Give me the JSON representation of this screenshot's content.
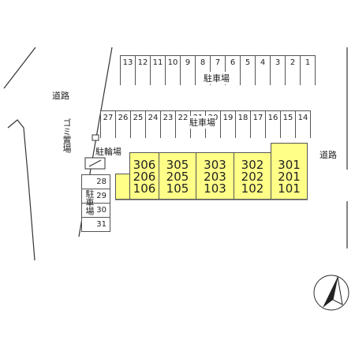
{
  "roads": {
    "left_label": "道路",
    "right_label": "道路"
  },
  "parking_top": {
    "label": "駐車場",
    "stalls": [
      "13",
      "12",
      "11",
      "10",
      "9",
      "8",
      "7",
      "6",
      "5",
      "4",
      "3",
      "2",
      "1"
    ]
  },
  "parking_middle": {
    "label": "駐車場",
    "stalls": [
      "27",
      "26",
      "25",
      "24",
      "23",
      "22",
      "21",
      "20",
      "19",
      "18",
      "17",
      "16",
      "15",
      "14"
    ]
  },
  "parking_left": {
    "label": "駐車場",
    "stalls": [
      "28",
      "29",
      "30",
      "31"
    ]
  },
  "garbage_area": {
    "label": "ゴミ置場"
  },
  "bicycle_area": {
    "label": "駐輪場"
  },
  "building": {
    "units": [
      {
        "rooms": [
          "306",
          "206",
          "106"
        ]
      },
      {
        "rooms": [
          "305",
          "205",
          "105"
        ]
      },
      {
        "rooms": [
          "303",
          "203",
          "103"
        ]
      },
      {
        "rooms": [
          "302",
          "202",
          "102"
        ]
      },
      {
        "rooms": [
          "301",
          "201",
          "101"
        ]
      }
    ],
    "fill_color": "#ffff88"
  },
  "compass": {
    "icon": "north-arrow-icon"
  }
}
